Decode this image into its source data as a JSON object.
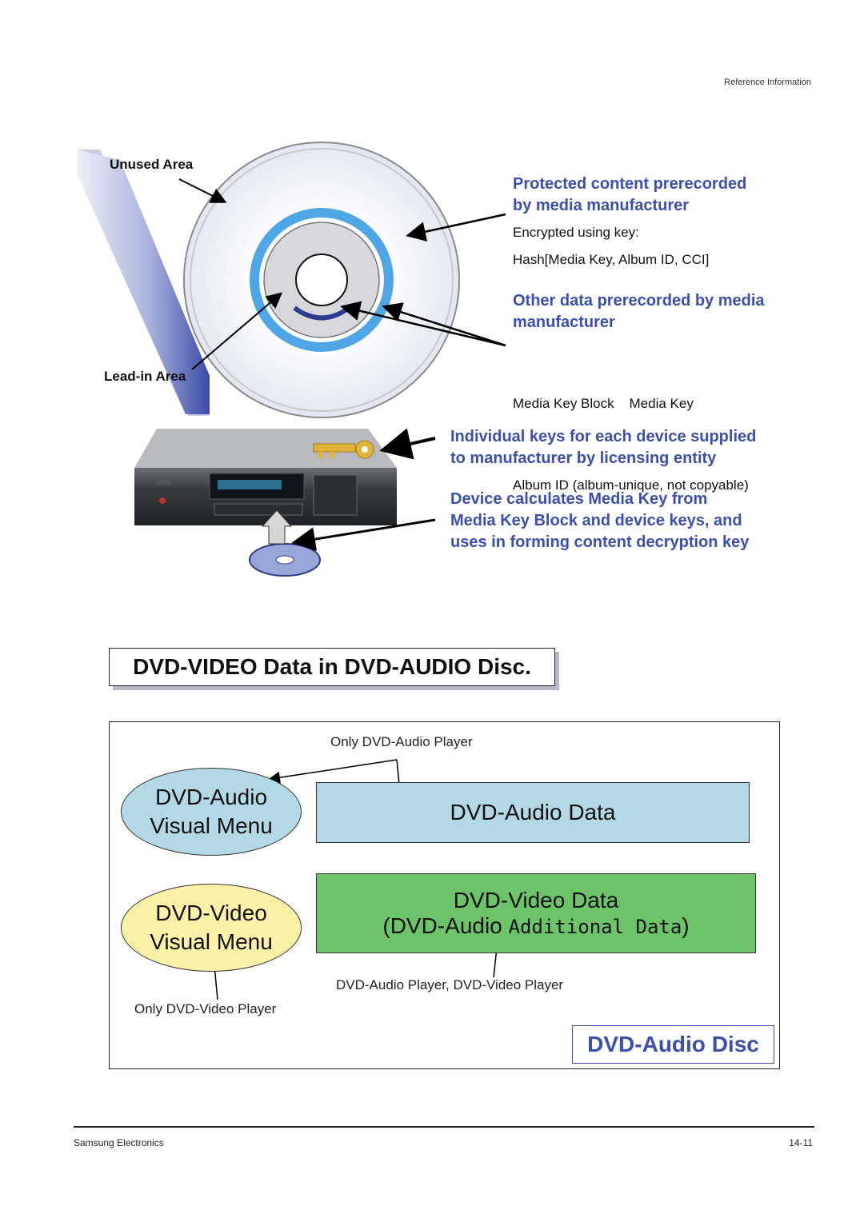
{
  "header": {
    "section": "Reference Information"
  },
  "disc_figure": {
    "unused_area_label": "Unused Area",
    "lead_in_area_label": "Lead-in Area",
    "protected_heading_line1": "Protected content prerecorded",
    "protected_heading_line2": "by media manufacturer",
    "encrypted_line1": "Encrypted using key:",
    "encrypted_line2": "Hash[Media Key, Album ID, CCI]",
    "other_heading_line1": "Other data prerecorded by media",
    "other_heading_line2": "manufacturer",
    "media_key_block_line": "Media Key Block    Media Key",
    "album_id_line": "Album ID (album-unique, not copyable)",
    "device_keys_line1": "Individual keys for each device supplied",
    "device_keys_line2": "to manufacturer by licensing entity",
    "device_calc_line1": "Device calculates Media Key from",
    "device_calc_line2": "Media Key Block and device keys, and",
    "device_calc_line3": "uses in forming content decryption key"
  },
  "section_title": "DVD-VIDEO Data in DVD-AUDIO Disc.",
  "dvd_diagram": {
    "only_audio_player": "Only DVD-Audio Player",
    "audio_menu_line1": "DVD-Audio",
    "audio_menu_line2": "Visual Menu",
    "audio_data": "DVD-Audio Data",
    "video_menu_line1": "DVD-Video",
    "video_menu_line2": "Visual Menu",
    "video_data_line1": "DVD-Video Data",
    "video_data_prefix": "(DVD-Audio",
    "video_data_additional": "Additional Data",
    "video_data_suffix": ")",
    "both_players": "DVD-Audio Player, DVD-Video Player",
    "only_video_player": "Only DVD-Video Player",
    "disc_label": "DVD-Audio Disc"
  },
  "footer": {
    "company": "Samsung Electronics",
    "page": "14-11"
  },
  "colors": {
    "accent_blue": "#3b4fb0",
    "audio_fill": "#b3d9e6",
    "video_menu_fill": "#fbf2a8",
    "video_data_fill": "#6cc36a"
  }
}
